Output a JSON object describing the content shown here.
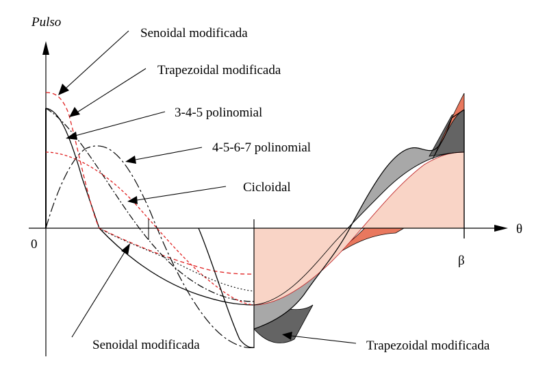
{
  "chart_data": {
    "type": "line",
    "ylabel": "Pulso",
    "xlabel": "θ",
    "ticks": {
      "origin": "0",
      "end": "β"
    },
    "series": [
      {
        "name": "Senoidal modificada",
        "color": "#000000"
      },
      {
        "name": "Trapezoidal modificada",
        "color": "#e02020"
      },
      {
        "name": "3-4-5 polinomial",
        "color": "#000000"
      },
      {
        "name": "4-5-6-7 polinomial",
        "color": "#000000"
      },
      {
        "name": "Cicloidal",
        "color": "#e02020"
      }
    ],
    "annotations": [
      {
        "text": "Senoidal modificada"
      },
      {
        "text": "Trapezoidal modificada"
      },
      {
        "text": "3-4-5 polinomial"
      },
      {
        "text": "4-5-6-7 polinomial"
      },
      {
        "text": "Cicloidal"
      },
      {
        "text": "Senoidal modificada"
      },
      {
        "text": "Trapezoidal modificada"
      }
    ],
    "fill_colors": {
      "dark_gray": "#646464",
      "gray": "#a8a8a8",
      "orange": "#e9785e",
      "peach": "#f9d4c6"
    }
  }
}
